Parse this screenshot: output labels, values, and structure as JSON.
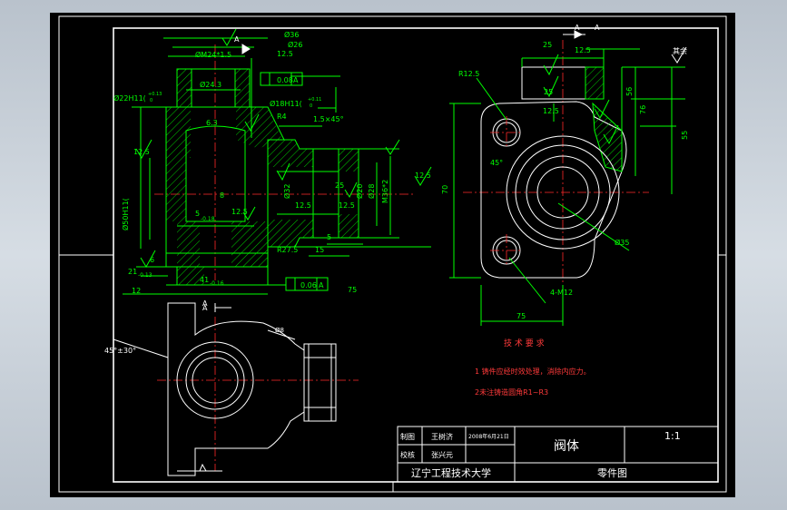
{
  "title_block": {
    "drawn_label": "制图",
    "drawn_name": "王树济",
    "drawn_date": "2008年6月21日",
    "checked_label": "校核",
    "checked_name": "张兴元",
    "part_name": "阀体",
    "scale": "1:1",
    "school": "辽宁工程技术大学",
    "drawing_type": "零件图"
  },
  "tech_requirements": {
    "heading": "技  术  要  求",
    "item1": "1 铸件应经时效处理，消除内应力。",
    "item2": "2未注铸造圆角R1~R3"
  },
  "roughness_note": "其余",
  "section_labels": {
    "a1": "A",
    "a2": "A",
    "a3": "A",
    "a4": "A",
    "a5": "A"
  },
  "dims_front": {
    "d36": "Ø36",
    "d26": "Ø26",
    "m24": "ØM24*1.5",
    "d243": "Ø24.3",
    "d22": "Ø22H11(",
    "d22tol": "+0.13",
    "d22tol0": "0",
    "tol008": "0.08",
    "datumA1": "A",
    "d18": "Ø18H11(",
    "d18tol": "+0.11",
    "d18tol0": "0",
    "r4": "R4",
    "chamfer": "1.5×45°",
    "v125a": "12.5",
    "v125b": "12.5",
    "v125c": "12.5",
    "v125d": "12.5",
    "v125e": "12.5",
    "v125f": "12.5",
    "v25a": "25",
    "v63": "6.3",
    "d50": "Ø50H11(",
    "d32": "Ø32",
    "d20": "Ø20",
    "d28": "Ø28",
    "m36": "M36*2",
    "d8": "8",
    "n5": "5",
    "n5tol": "-0.18",
    "r275": "R27.5",
    "n15": "15",
    "n5b": "5",
    "n21": "21",
    "n21tol": "-0.13",
    "n41": "41",
    "n41tol": "-0.16",
    "n12": "12",
    "tol006": "0.06",
    "datumA2": "A",
    "n75": "75",
    "n6": "6"
  },
  "dims_side": {
    "r125": "R12.5",
    "n25": "25",
    "n125": "12.5",
    "n25b": "25",
    "n125b": "12.5",
    "n70": "70",
    "n55": "55",
    "n56": "56",
    "n76": "76",
    "ang45": "45°",
    "d35": "Ø35",
    "m12": "4-M12",
    "n75": "75"
  },
  "dims_top": {
    "ang": "45°±30°",
    "r8": "Ø8"
  }
}
